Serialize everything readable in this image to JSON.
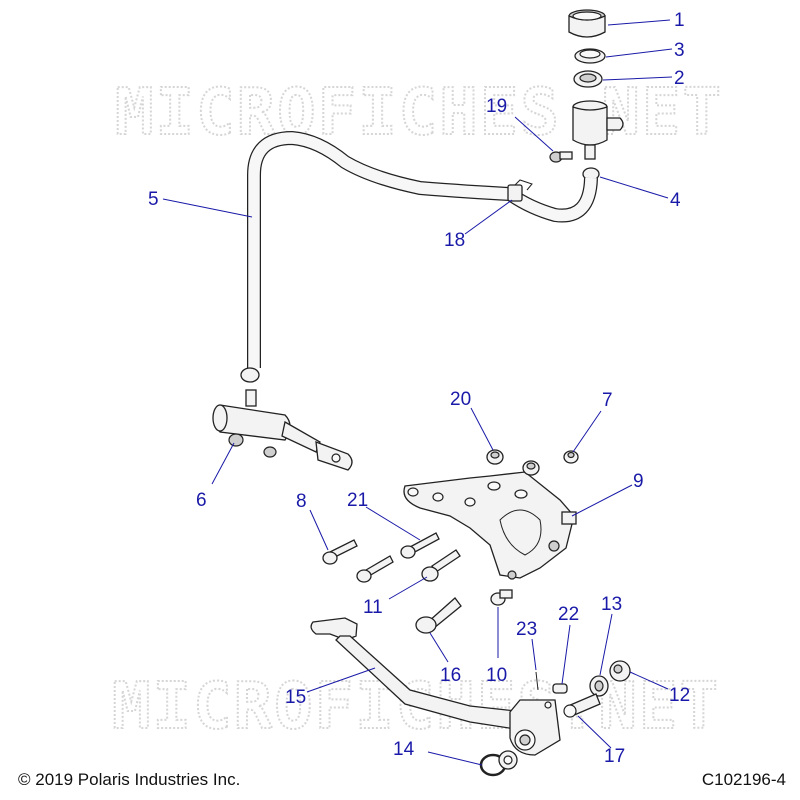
{
  "watermark": "MICROFICHES.NET",
  "copyright": "© 2019 Polaris Industries Inc.",
  "drawing_id": "C102196-4",
  "callouts": {
    "c1": "1",
    "c2": "2",
    "c3": "3",
    "c4": "4",
    "c5": "5",
    "c6": "6",
    "c7": "7",
    "c8": "8",
    "c9": "9",
    "c10": "10",
    "c11": "11",
    "c12": "12",
    "c13": "13",
    "c14": "14",
    "c15": "15",
    "c16": "16",
    "c17": "17",
    "c18": "18",
    "c19": "19",
    "c20": "20",
    "c21": "21",
    "c22": "22",
    "c23": "23"
  },
  "colors": {
    "callout": "#1a1aa8",
    "line": "#222222",
    "watermark": "#d6d6d6"
  }
}
